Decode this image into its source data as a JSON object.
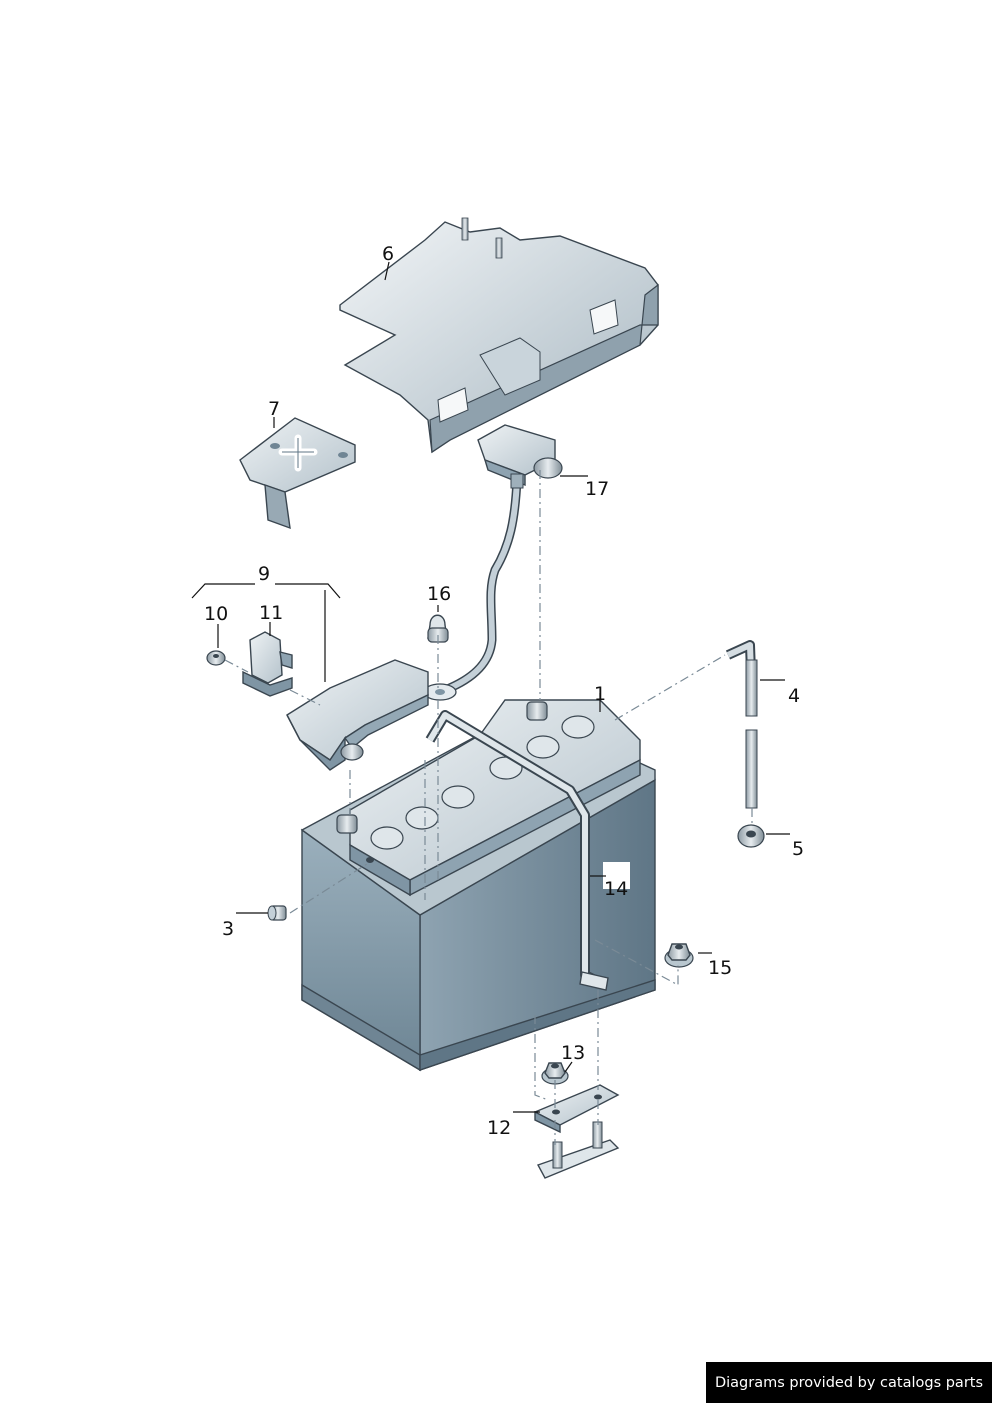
{
  "callouts": {
    "c1": "1",
    "c3": "3",
    "c4": "4",
    "c5": "5",
    "c6": "6",
    "c7": "7",
    "c9": "9",
    "c10": "10",
    "c11": "11",
    "c12": "12",
    "c13": "13",
    "c14": "14",
    "c15": "15",
    "c16": "16",
    "c17": "17"
  },
  "credit": "Diagrams provided by catalogs parts",
  "colors": {
    "part_light": "#d9e1e6",
    "part_mid": "#a9b8c2",
    "part_dark": "#6f8594",
    "battery_side": "#7f95a4",
    "battery_front": "#8ea3b1"
  }
}
